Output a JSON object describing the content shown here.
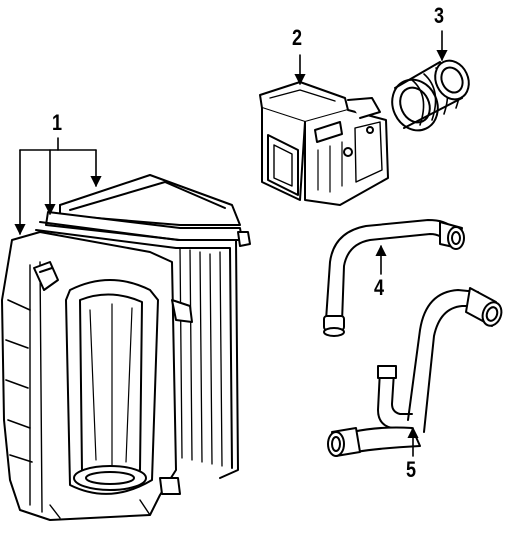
{
  "callouts": {
    "part_1": "1",
    "part_2": "2",
    "part_3": "3",
    "part_4": "4",
    "part_5": "5"
  },
  "colors": {
    "ink": "#000000",
    "paper": "#ffffff"
  }
}
